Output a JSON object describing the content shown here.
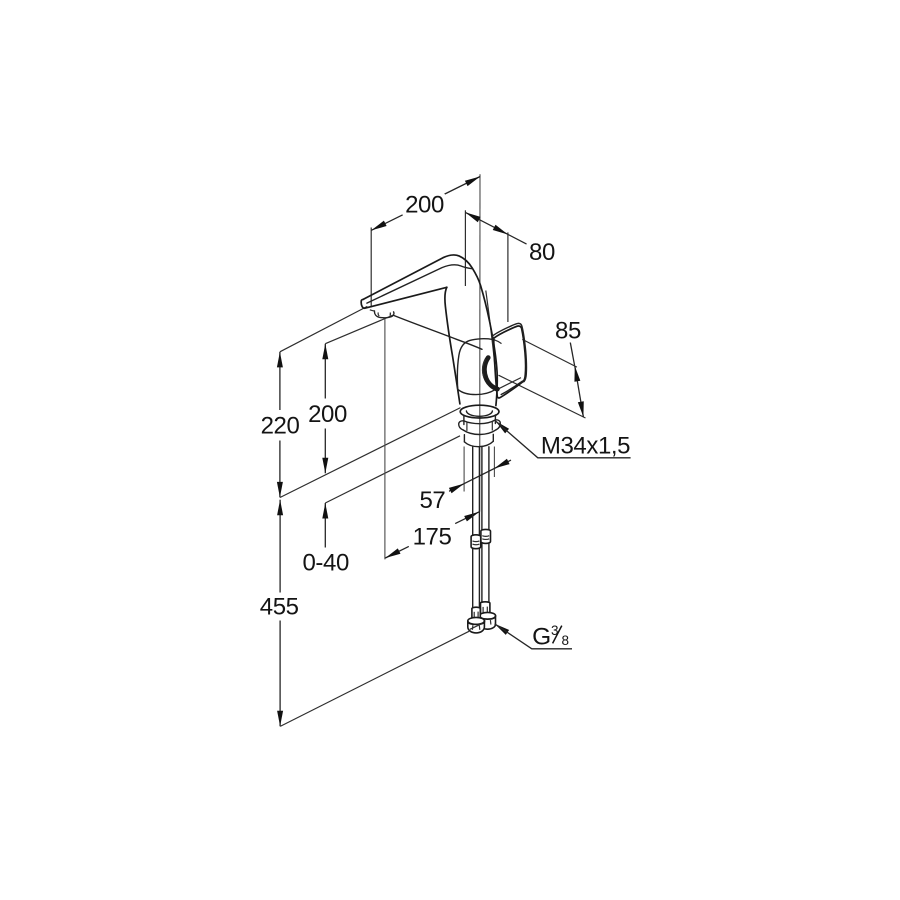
{
  "drawing": {
    "type": "technical-dimension-drawing",
    "subject": "single-lever high-spout basin mixer tap, perspective view with dimension lines",
    "background_color": "#ffffff",
    "line_color": "#1a1a1a"
  },
  "labels": {
    "dim_spout_projection_top": "200",
    "dim_depth_80": "80",
    "dim_handle_85": "85",
    "dim_height_220": "220",
    "dim_height_200_left": "200",
    "thread_label": "M34x1,5",
    "dim_57": "57",
    "dim_175": "175",
    "dim_clamping_range": "0-40",
    "dim_total_height_455": "455",
    "connection_g": "G",
    "connection_frac_num": "3",
    "connection_frac_den": "8"
  }
}
